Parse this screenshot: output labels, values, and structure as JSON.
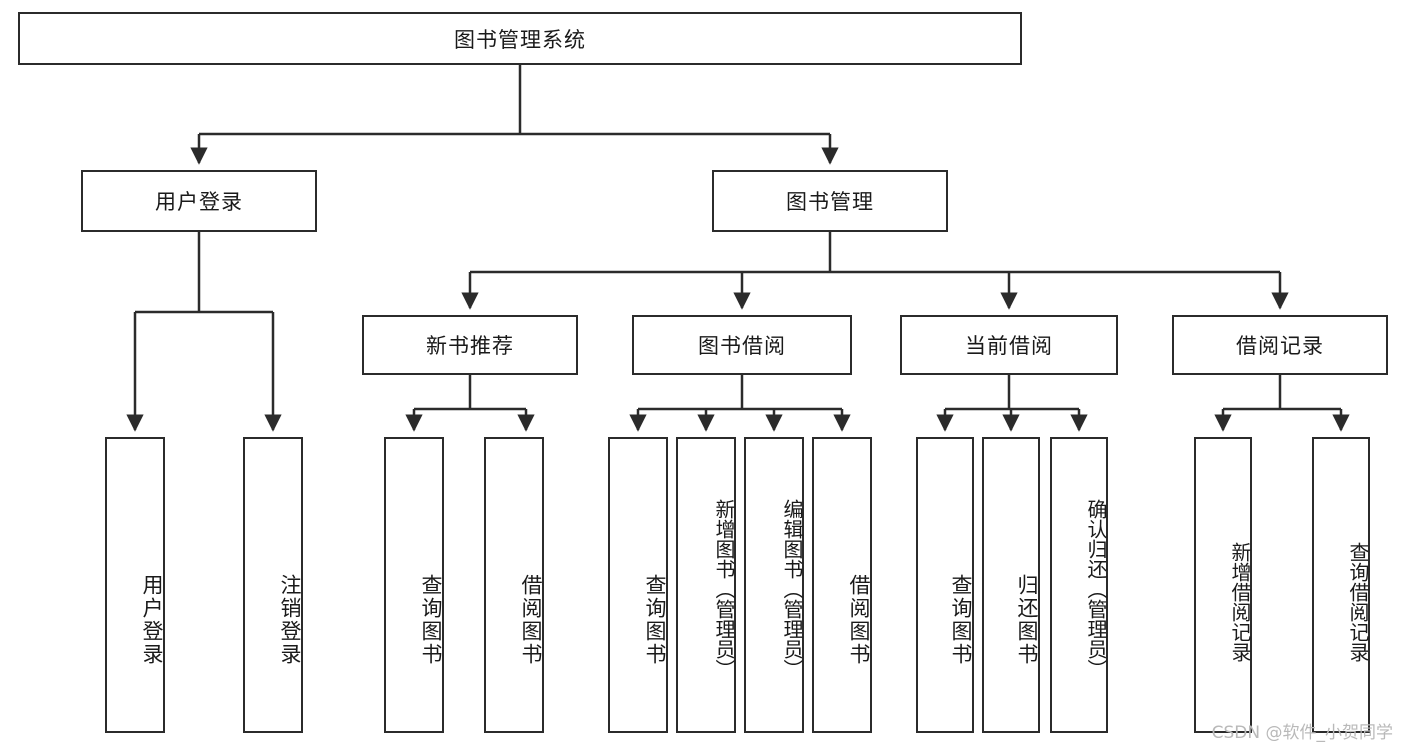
{
  "diagram": {
    "title_text": "图书管理系统",
    "type": "hierarchy-tree",
    "watermark": "CSDN @软件_小贺同学",
    "colors": {
      "stroke": "#2b2b2b",
      "fill": "#ffffff",
      "text": "#1a1a1a",
      "watermark": "#b9b9b9"
    },
    "nodes": {
      "root": {
        "label": "图书管理系统"
      },
      "level2": [
        {
          "id": "user-login",
          "label": "用户登录"
        },
        {
          "id": "book-management",
          "label": "图书管理"
        }
      ],
      "level3": [
        {
          "id": "new-book-recommend",
          "label": "新书推荐"
        },
        {
          "id": "book-borrow",
          "label": "图书借阅"
        },
        {
          "id": "current-borrow",
          "label": "当前借阅"
        },
        {
          "id": "borrow-record",
          "label": "借阅记录"
        }
      ],
      "leaves": {
        "user_login": [
          {
            "id": "leaf-user-login",
            "label": "用户登录"
          },
          {
            "id": "leaf-logout-login",
            "label": "注销登录"
          }
        ],
        "new_book_recommend": [
          {
            "id": "leaf-query-book-1",
            "label": "查询图书"
          },
          {
            "id": "leaf-borrow-book-1",
            "label": "借阅图书"
          }
        ],
        "book_borrow": [
          {
            "id": "leaf-query-book-2",
            "label": "查询图书"
          },
          {
            "id": "leaf-add-book",
            "label": "新增图书（管理员）"
          },
          {
            "id": "leaf-edit-book",
            "label": "编辑图书（管理员）"
          },
          {
            "id": "leaf-borrow-book-2",
            "label": "借阅图书"
          }
        ],
        "current_borrow": [
          {
            "id": "leaf-query-book-3",
            "label": "查询图书"
          },
          {
            "id": "leaf-return-book",
            "label": "归还图书"
          },
          {
            "id": "leaf-confirm-return",
            "label": "确认归还（管理员）"
          }
        ],
        "borrow_record": [
          {
            "id": "leaf-add-record",
            "label": "新增借阅记录"
          },
          {
            "id": "leaf-query-record",
            "label": "查询借阅记录"
          }
        ]
      }
    }
  }
}
